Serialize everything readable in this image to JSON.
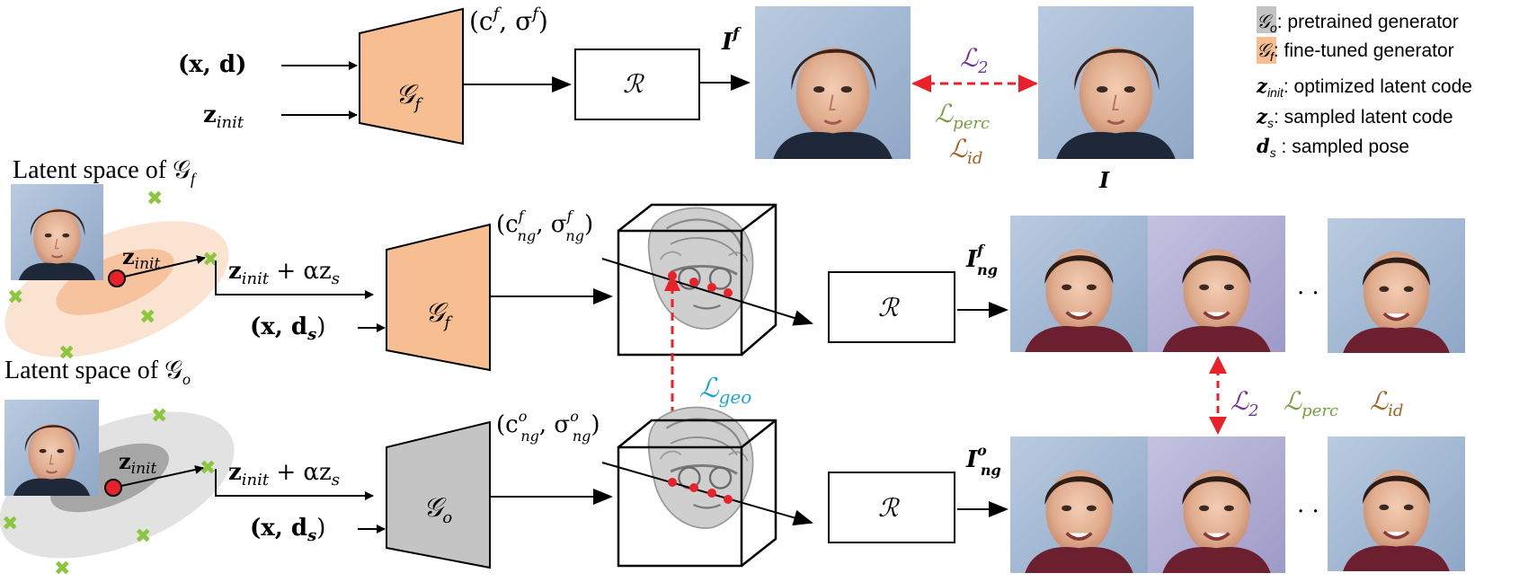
{
  "colors": {
    "fine_tuned": "#f7be92",
    "pretrained": "#c4c4c4",
    "loss_red": "#e8212a",
    "l2": "#7030a0",
    "perc": "#78a040",
    "id": "#a0621e",
    "geo": "#1aa6d6",
    "marker": "#8cc63f"
  },
  "legend": {
    "go_sym": "𝒢",
    "go_sub": "o",
    "go_text": ": pretrained generator",
    "gf_sym": "𝒢",
    "gf_sub": "f",
    "gf_text": ": fine-tuned generator",
    "zinit_sym": "z",
    "zinit_sub": "init",
    "zinit_text": ": optimized latent code",
    "zs_sym": "z",
    "zs_sub": "s",
    "zs_text": ": sampled latent code",
    "ds_sym": "d",
    "ds_sub": "s",
    "ds_text": " : sampled pose"
  },
  "top": {
    "input_xd": "(x, d)",
    "input_z": "z",
    "input_z_sub": "init",
    "gen": "𝒢",
    "gen_sub": "f",
    "cf": "(c",
    "cf_sup": "f",
    "sf": ", σ",
    "sf_sup": "f",
    "sf_close": ")",
    "renderer": "ℛ",
    "If": "I",
    "If_sup": "f",
    "I_label": "I",
    "loss_l2": "ℒ",
    "loss_l2_sub": "2",
    "loss_perc": "ℒ",
    "loss_perc_sub": "perc",
    "loss_id": "ℒ",
    "loss_id_sub": "id"
  },
  "middle": {
    "latent_title": "Latent space of 𝒢",
    "latent_title_sub": "f",
    "z": "z",
    "z_sub": "init",
    "sum": "z",
    "sum_sub": "init",
    "sum_rest": " + αz",
    "sum_rest_sub": "s",
    "xd": "(x, d",
    "xd_sub": "s",
    "xd_close": ")",
    "gen": "𝒢",
    "gen_sub": "f",
    "c_label": "(c",
    "c_sub": "ng",
    "c_sup": "f",
    "s_label": ", σ",
    "s_sub": "ng",
    "s_sup": "f",
    "close": ")",
    "renderer": "ℛ",
    "I": "I",
    "I_sub": "ng",
    "I_sup": "f",
    "dots": "· · ·"
  },
  "geo": {
    "label": "ℒ",
    "sub": "geo"
  },
  "right_losses": {
    "l2": "ℒ",
    "l2_sub": "2",
    "perc": "ℒ",
    "perc_sub": "perc",
    "id": "ℒ",
    "id_sub": "id"
  },
  "bottom": {
    "latent_title": "Latent space of 𝒢",
    "latent_title_sub": "o",
    "z": "z",
    "z_sub": "init",
    "sum": "z",
    "sum_sub": "init",
    "sum_rest": " + αz",
    "sum_rest_sub": "s",
    "xd": "(x, d",
    "xd_sub": "s",
    "xd_close": ")",
    "gen": "𝒢",
    "gen_sub": "o",
    "c_label": "(c",
    "c_sub": "ng",
    "c_sup": "o",
    "s_label": ", σ",
    "s_sub": "ng",
    "s_sup": "o",
    "close": ")",
    "renderer": "ℛ",
    "I": "I",
    "I_sub": "ng",
    "I_sup": "o",
    "dots": "· · ·"
  }
}
